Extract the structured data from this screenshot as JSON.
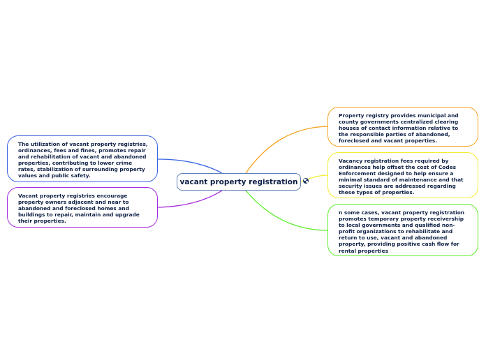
{
  "central": {
    "title": "vacant property registration",
    "icon": "globe-icon"
  },
  "branches": [
    {
      "text": "Property registry provides municipal and county governments centralized clearing houses of contact information relative to the responsible parties of abandoned, foreclosed and vacant properties.",
      "color": "#f6a21e"
    },
    {
      "text": "Vacancy registration fees required by ordinances help offset the cost of Codes Enforcement designed to help ensure a minimal standard of maintenance and that security issues are addressed regarding these types of properties.",
      "color": "#f3ee33"
    },
    {
      "text": "n some cases, vacant property registration promotes temporary property receivership to local governments and qualified non-profit organizations to rehabilitate and return to use, vacant and abandoned property, providing positive cash flow for rental properties",
      "color": "#5ded2b"
    },
    {
      "text": "The utilization of vacant property registries, ordinances, fees and fines, promotes repair and rehabilitation of vacant and abandoned properties, contributing to lower crime rates, stabilization of surrounding property values and public safety.",
      "color": "#3b66e0"
    },
    {
      "text": "Vacant property registries encourage property owners adjacent and near to abandoned and foreclosed homes and buildings to repair, maintain and upgrade their properties.",
      "color": "#a62be0"
    }
  ]
}
